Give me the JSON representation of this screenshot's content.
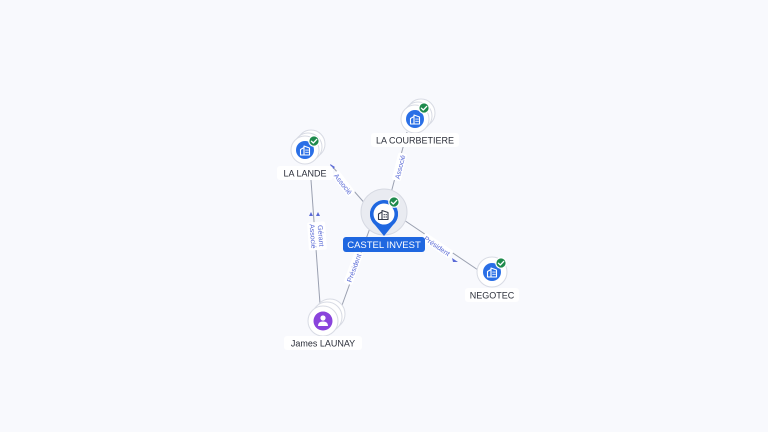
{
  "colors": {
    "background": "#f8f9fd",
    "company": "#2a6fe6",
    "center": "#1f67e0",
    "person": "#8a44dc",
    "check": "#1e8a4c",
    "edge": "#9aa0b0",
    "edge_label": "#5a6ad6"
  },
  "nodes": {
    "center": {
      "label": "CASTEL INVEST",
      "icon": "building-icon",
      "verified": true
    },
    "la_courbetiere": {
      "label": "LA COURBETIERE",
      "icon": "building-icon",
      "verified": true
    },
    "la_lande": {
      "label": "LA LANDE",
      "icon": "building-icon",
      "verified": true
    },
    "negotec": {
      "label": "NEGOTEC",
      "icon": "building-icon",
      "verified": true
    },
    "james_launay": {
      "label": "James LAUNAY",
      "icon": "person-icon",
      "verified": false
    }
  },
  "edges": {
    "center_lande": "Associé",
    "center_courbetiere": "Associé",
    "center_negotec": "Président",
    "launay_center": "Président",
    "launay_lande_1": "Gérant",
    "launay_lande_2": "Associé"
  }
}
